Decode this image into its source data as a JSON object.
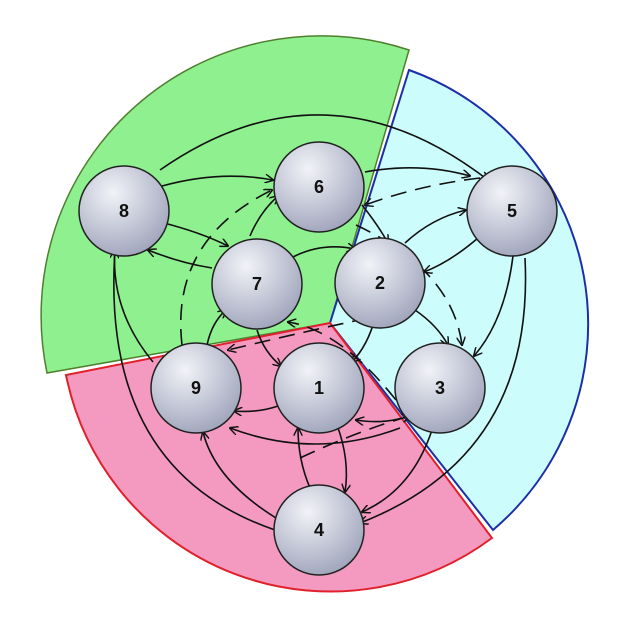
{
  "diagram": {
    "type": "directed-graph",
    "colors": {
      "sector_green_fill": "#8ef08e",
      "sector_green_stroke": "#4f7f2f",
      "sector_cyan_fill": "#ccfcfc",
      "sector_cyan_stroke": "#1c2fa8",
      "sector_pink_fill": "#f49ac0",
      "sector_pink_stroke": "#e0202a",
      "node_fill_light": "#f2f3f8",
      "node_fill_dark": "#9ea3ba",
      "edge": "#111111"
    },
    "nodes": [
      {
        "id": "8",
        "label": "8"
      },
      {
        "id": "6",
        "label": "6"
      },
      {
        "id": "5",
        "label": "5"
      },
      {
        "id": "7",
        "label": "7"
      },
      {
        "id": "2",
        "label": "2"
      },
      {
        "id": "9",
        "label": "9"
      },
      {
        "id": "1",
        "label": "1"
      },
      {
        "id": "3",
        "label": "3"
      },
      {
        "id": "4",
        "label": "4"
      }
    ]
  }
}
